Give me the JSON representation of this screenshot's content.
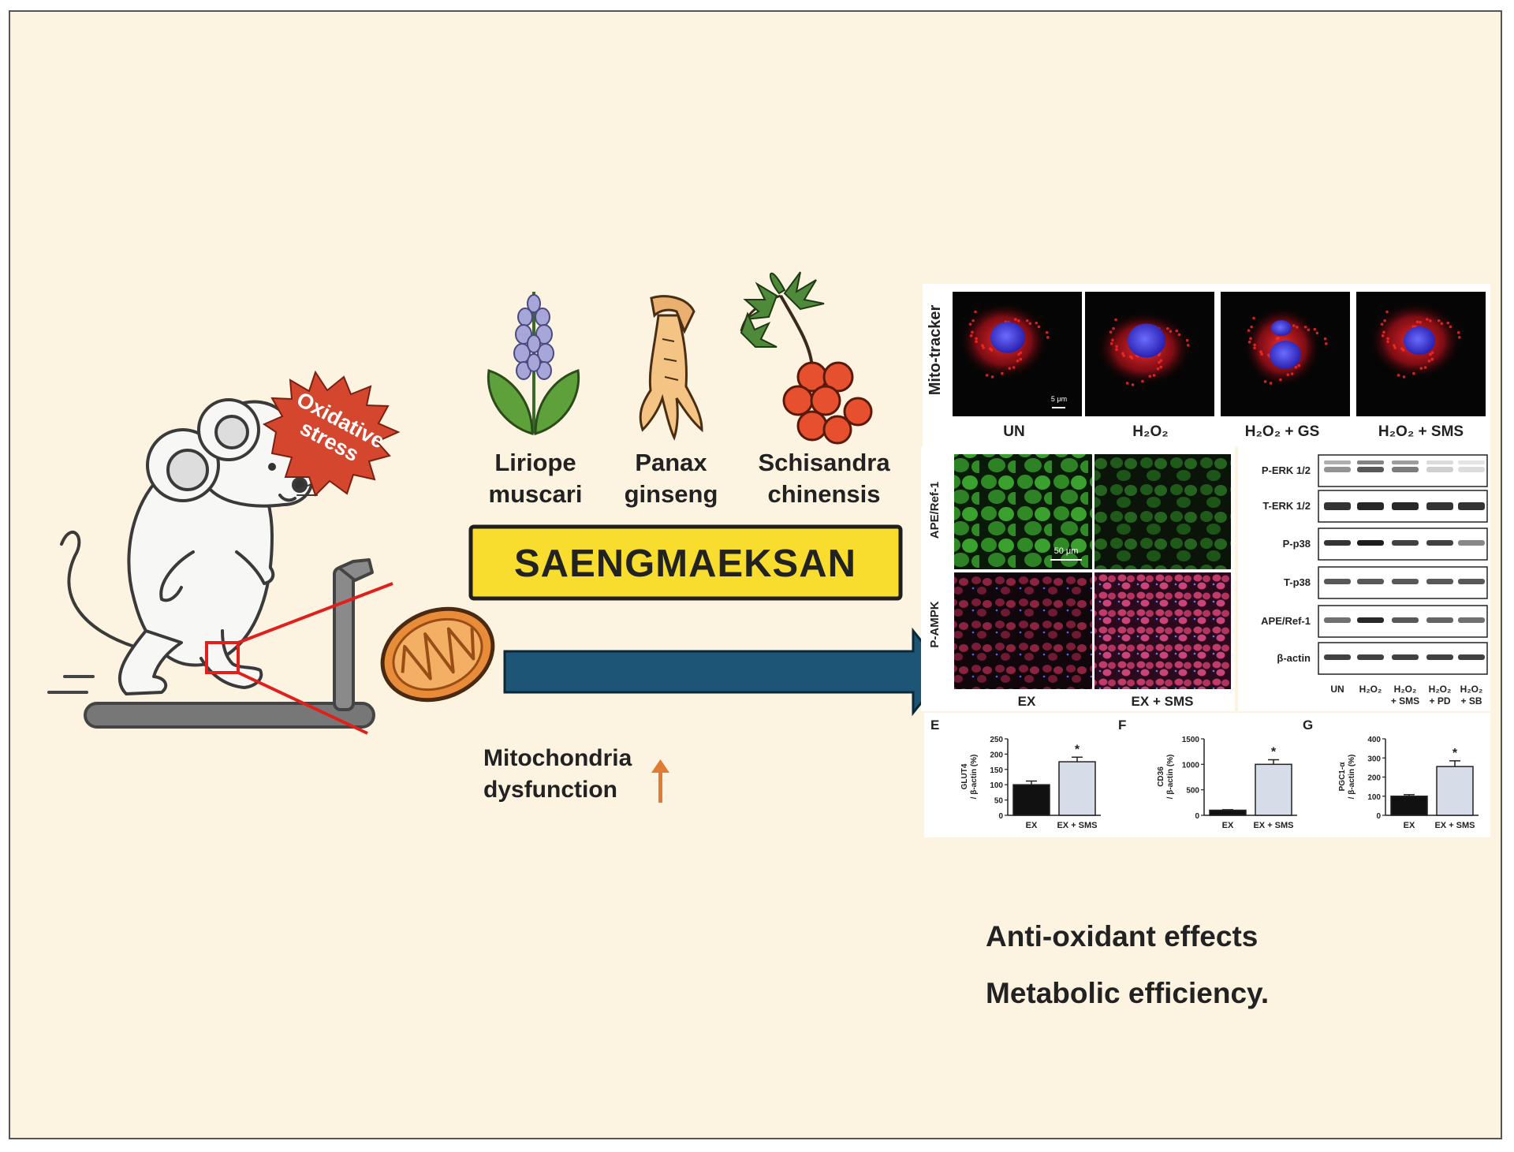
{
  "colors": {
    "background": "#fdf3e1",
    "banner_fill": "#f9dd2e",
    "arrow_fill": "#1c5575",
    "burst_fill": "#d4472e",
    "red_accent": "#e0201c",
    "orange_arrow": "#e07b35",
    "bar_ex": "#111111",
    "bar_sms": "#d6dde8"
  },
  "oxidative_stress": "Oxidative stress",
  "herbs": [
    {
      "name_line1": "Liriope",
      "name_line2": "muscari",
      "icon": "lavender-plant-icon"
    },
    {
      "name_line1": "Panax",
      "name_line2": "ginseng",
      "icon": "ginseng-root-icon"
    },
    {
      "name_line1": "Schisandra",
      "name_line2": "chinensis",
      "icon": "schisandra-berries-icon"
    }
  ],
  "banner_title": "SAENGMAEKSAN",
  "mito_note": {
    "line1": "Mitochondria",
    "line2": "dysfunction"
  },
  "panel_mito": {
    "row_label": "Mito-tracker",
    "scale": "5 μm",
    "groups": [
      "UN",
      "H₂O₂",
      "H₂O₂ + GS",
      "H₂O₂ + SMS"
    ]
  },
  "panel_tissue": {
    "rows": [
      "APE/Ref-1",
      "P-AMPK"
    ],
    "scale": "50 μm",
    "groups": [
      "EX",
      "EX + SMS"
    ]
  },
  "panel_blot": {
    "proteins": [
      "P-ERK 1/2",
      "T-ERK 1/2",
      "P-p38",
      "T-p38",
      "APE/Ref-1",
      "β-actin"
    ],
    "lanes_line1": [
      "UN",
      "H₂O₂",
      "H₂O₂",
      "H₂O₂",
      "H₂O₂"
    ],
    "lanes_line2": [
      "",
      "",
      "+ SMS",
      "+ PD",
      "+ SB"
    ]
  },
  "chart_data": [
    {
      "type": "bar",
      "panel_letter": "E",
      "categories": [
        "EX",
        "EX + SMS"
      ],
      "values": [
        100,
        175
      ],
      "errors": [
        12,
        15
      ],
      "ylabel_line1": "GLUT4",
      "ylabel_line2": "/ β-actin (%)",
      "ylim": [
        0,
        250
      ],
      "yticks": [
        "0",
        "50",
        "100",
        "150",
        "200",
        "250"
      ],
      "sig": "*"
    },
    {
      "type": "bar",
      "panel_letter": "F",
      "categories": [
        "EX",
        "EX + SMS"
      ],
      "values": [
        100,
        1000
      ],
      "errors": [
        10,
        90
      ],
      "ylabel_line1": "CD36",
      "ylabel_line2": "/ β-actin (%)",
      "ylim": [
        0,
        1500
      ],
      "yticks": [
        "0",
        "500",
        "1000",
        "1500"
      ],
      "sig": "*"
    },
    {
      "type": "bar",
      "panel_letter": "G",
      "categories": [
        "EX",
        "EX + SMS"
      ],
      "values": [
        100,
        255
      ],
      "errors": [
        8,
        30
      ],
      "ylabel_line1": "PGC1-α",
      "ylabel_line2": "/ β-actin (%)",
      "ylim": [
        0,
        400
      ],
      "yticks": [
        "0",
        "100",
        "200",
        "300",
        "400"
      ],
      "sig": "*"
    }
  ],
  "conclusions": [
    "Anti-oxidant effects",
    "Metabolic efficiency."
  ]
}
